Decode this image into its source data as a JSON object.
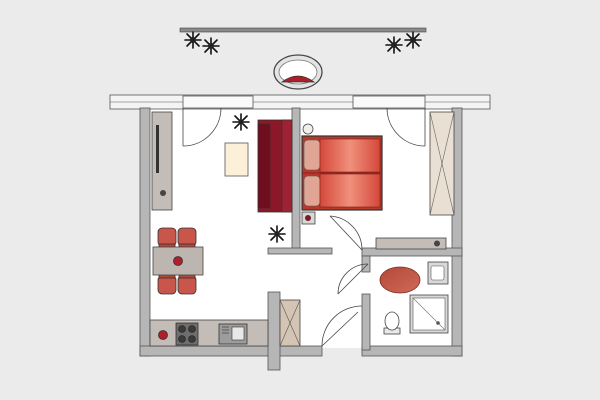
{
  "plan": {
    "rooms": [
      "living-bedroom",
      "kitchen",
      "dining-area",
      "bathroom",
      "hallway",
      "balcony"
    ],
    "furniture": [
      "double-bed",
      "sofa",
      "coffee-table",
      "dining-table",
      "four-chairs",
      "kitchen-counter",
      "stove",
      "kitchen-sink",
      "wardrobe",
      "hall-closet",
      "toilet",
      "shower",
      "bath-sink",
      "bath-rug",
      "garden-chair",
      "potted-plants"
    ],
    "colors": {
      "wall_fill": "#b6b6b6",
      "floor": "#ffffff",
      "background": "#ebebeb",
      "bed": "#e06a5a",
      "pillow": "#f6c9b4",
      "sofa": "#8b1828",
      "chair": "#c8564a",
      "rug": "#c75a48",
      "counter": "#c4bdb7",
      "wardrobe": "#eadfd3",
      "coffee_table": "#fdf0d8"
    }
  }
}
